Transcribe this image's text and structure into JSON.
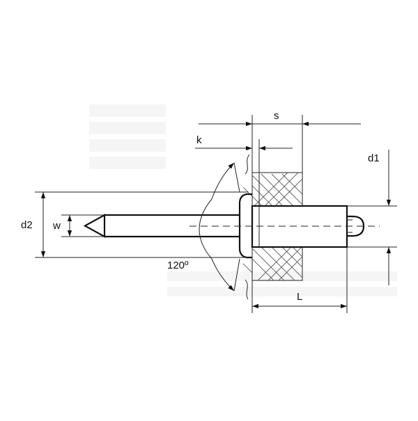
{
  "diagram": {
    "labels": {
      "s": "s",
      "k": "k",
      "d1": "d1",
      "d2": "d2",
      "w": "w",
      "L": "L",
      "angle": "120º"
    }
  }
}
